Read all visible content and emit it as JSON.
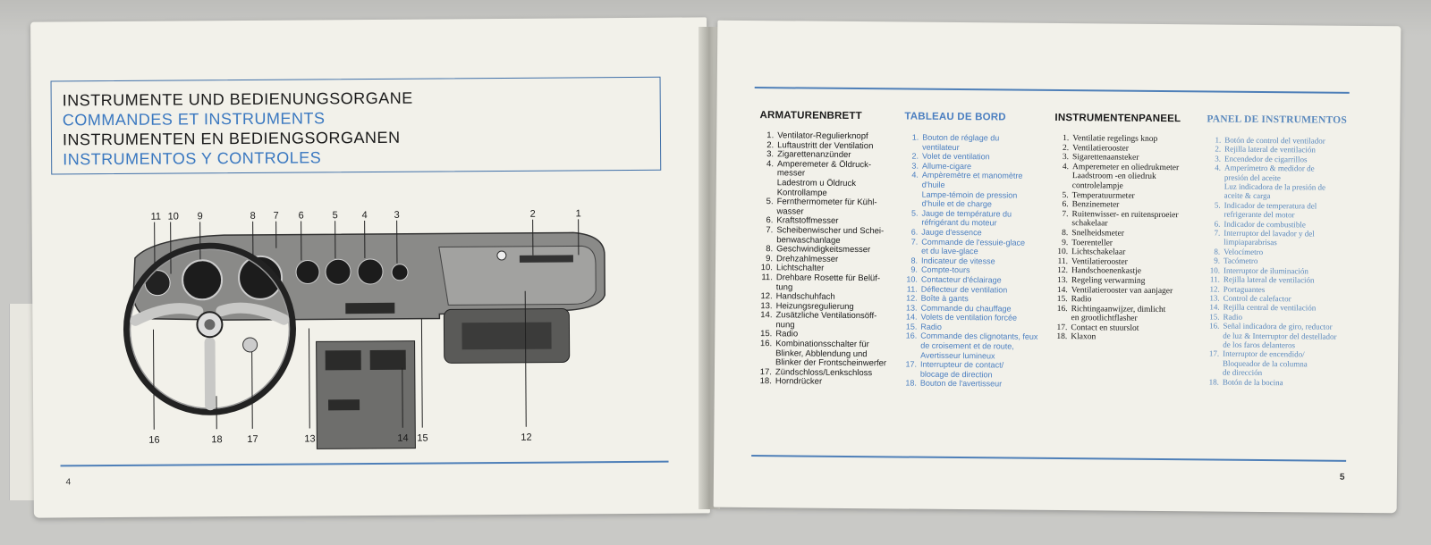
{
  "left_page": {
    "title_lines": [
      {
        "text": "INSTRUMENTE UND BEDIENUNGSORGANE",
        "color": "#1a1a1a"
      },
      {
        "text": "COMMANDES ET INSTRUMENTS",
        "color": "#3a78c0"
      },
      {
        "text": "INSTRUMENTEN EN BEDIENGSORGANEN",
        "color": "#1a1a1a"
      },
      {
        "text": "INSTRUMENTOS Y CONTROLES",
        "color": "#3a78c0"
      }
    ],
    "callouts": [
      "11",
      "10",
      "9",
      "8",
      "7",
      "6",
      "5",
      "4",
      "3",
      "2",
      "1",
      "16",
      "18",
      "17",
      "13",
      "14",
      "15",
      "12"
    ],
    "page_number": "4"
  },
  "right_page": {
    "page_number": "5",
    "columns": [
      {
        "heading": "ARMATURENBRETT",
        "items": [
          {
            "n": "1.",
            "t": "Ventilator-Regulierknopf"
          },
          {
            "n": "2.",
            "t": "Luftaustritt der Ventilation"
          },
          {
            "n": "3.",
            "t": "Zigarettenanzünder"
          },
          {
            "n": "4.",
            "t": "Amperemeter & Öldruck-\nmesser\nLadestrom u Öldruck\nKontrollampe"
          },
          {
            "n": "5.",
            "t": "Fernthermometer für Kühl-\nwasser"
          },
          {
            "n": "6.",
            "t": "Kraftstoffmesser"
          },
          {
            "n": "7.",
            "t": "Scheibenwischer und Schei-\nbenwaschanlage"
          },
          {
            "n": "8.",
            "t": "Geschwindigkeitsmesser"
          },
          {
            "n": "9.",
            "t": "Drehzahlmesser"
          },
          {
            "n": "10.",
            "t": "Lichtschalter"
          },
          {
            "n": "11.",
            "t": "Drehbare Rosette für Belüf-\ntung"
          },
          {
            "n": "12.",
            "t": "Handschuhfach"
          },
          {
            "n": "13.",
            "t": "Heizungsregulierung"
          },
          {
            "n": "14.",
            "t": "Zusätzliche Ventilationsöff-\nnung"
          },
          {
            "n": "15.",
            "t": "Radio"
          },
          {
            "n": "16.",
            "t": "Kombinationsschalter für\nBlinker, Abblendung und\nBlinker der Frontscheinwerfer"
          },
          {
            "n": "17.",
            "t": "Zündschloss/Lenkschloss"
          },
          {
            "n": "18.",
            "t": "Horndrücker"
          }
        ]
      },
      {
        "heading": "TABLEAU DE BORD",
        "items": [
          {
            "n": "1.",
            "t": "Bouton de réglage du\nventilateur"
          },
          {
            "n": "2.",
            "t": "Volet de ventilation"
          },
          {
            "n": "3.",
            "t": "Allume-cigare"
          },
          {
            "n": "4.",
            "t": "Ampèremètre et manomètre\nd'huile\nLampe-témoin de pression\nd'huile et de charge"
          },
          {
            "n": "5.",
            "t": "Jauge de température du\nréfrigérant du moteur"
          },
          {
            "n": "6.",
            "t": "Jauge d'essence"
          },
          {
            "n": "7.",
            "t": "Commande de l'essuie-glace\net du lave-glace"
          },
          {
            "n": "8.",
            "t": "Indicateur de vitesse"
          },
          {
            "n": "9.",
            "t": "Compte-tours"
          },
          {
            "n": "10.",
            "t": "Contacteur d'éclairage"
          },
          {
            "n": "11.",
            "t": "Déflecteur de ventilation"
          },
          {
            "n": "12.",
            "t": "Boîte à gants"
          },
          {
            "n": "13.",
            "t": "Commande du chauffage"
          },
          {
            "n": "14.",
            "t": "Volets de ventilation forcée"
          },
          {
            "n": "15.",
            "t": "Radio"
          },
          {
            "n": "16.",
            "t": "Commande des clignotants, feux\nde croisement et de route,\nAvertisseur lumineux"
          },
          {
            "n": "17.",
            "t": "Interrupteur de contact/\nblocage de direction"
          },
          {
            "n": "18.",
            "t": "Bouton de l'avertisseur"
          }
        ]
      },
      {
        "heading": "INSTRUMENTENPANEEL",
        "items": [
          {
            "n": "1.",
            "t": "Ventilatie regelings knop"
          },
          {
            "n": "2.",
            "t": "Ventilatierooster"
          },
          {
            "n": "3.",
            "t": "Sigarettenaansteker"
          },
          {
            "n": "4.",
            "t": "Amperemeter en oliedrukmeter\nLaadstroom -en oliedruk\ncontrolelampje"
          },
          {
            "n": "5.",
            "t": "Temperatuurmeter"
          },
          {
            "n": "6.",
            "t": "Benzinemeter"
          },
          {
            "n": "7.",
            "t": "Ruitenwisser- en ruitensproeier\nschakelaar"
          },
          {
            "n": "8.",
            "t": "Snelheidsmeter"
          },
          {
            "n": "9.",
            "t": "Toerenteller"
          },
          {
            "n": "10.",
            "t": "Lichtschakelaar"
          },
          {
            "n": "11.",
            "t": "Ventilatierooster"
          },
          {
            "n": "12.",
            "t": "Handschoenenkastje"
          },
          {
            "n": "13.",
            "t": "Regeling verwarming"
          },
          {
            "n": "14.",
            "t": "Ventilatierooster van aanjager"
          },
          {
            "n": "15.",
            "t": "Radio"
          },
          {
            "n": "16.",
            "t": "Richtingaanwijzer, dimlicht\nen grootlichtflasher"
          },
          {
            "n": "17.",
            "t": "Contact en stuurslot"
          },
          {
            "n": "18.",
            "t": "Klaxon"
          }
        ]
      },
      {
        "heading": "PANEL DE INSTRUMENTOS",
        "items": [
          {
            "n": "1.",
            "t": "Botón de control del ventilador"
          },
          {
            "n": "2.",
            "t": "Rejilla lateral de ventilación"
          },
          {
            "n": "3.",
            "t": "Encendedor de cigarrillos"
          },
          {
            "n": "4.",
            "t": "Amperímetro & medidor de\npresión del aceite\nLuz indicadora de la presión de\naceite & carga"
          },
          {
            "n": "5.",
            "t": "Indicador de temperatura del\nrefrigerante del motor"
          },
          {
            "n": "6.",
            "t": "Indicador de combustible"
          },
          {
            "n": "7.",
            "t": "Interruptor del lavador y del\nlimpiaparabrisas"
          },
          {
            "n": "8.",
            "t": "Velocímetro"
          },
          {
            "n": "9.",
            "t": "Tacómetro"
          },
          {
            "n": "10.",
            "t": "Interruptor de iluminación"
          },
          {
            "n": "11.",
            "t": "Rejilla lateral de ventilación"
          },
          {
            "n": "12.",
            "t": "Portaguantes"
          },
          {
            "n": "13.",
            "t": "Control de calefactor"
          },
          {
            "n": "14.",
            "t": "Rejilla central de ventilación"
          },
          {
            "n": "15.",
            "t": "Radio"
          },
          {
            "n": "16.",
            "t": "Señal indicadora de giro, reductor\nde luz & Interruptor del destellador\nde los faros delanteros"
          },
          {
            "n": "17.",
            "t": "Interruptor de encendido/\nBloqueador de la columna\nde dirección"
          },
          {
            "n": "18.",
            "t": "Botón de la bocina"
          }
        ]
      }
    ]
  }
}
